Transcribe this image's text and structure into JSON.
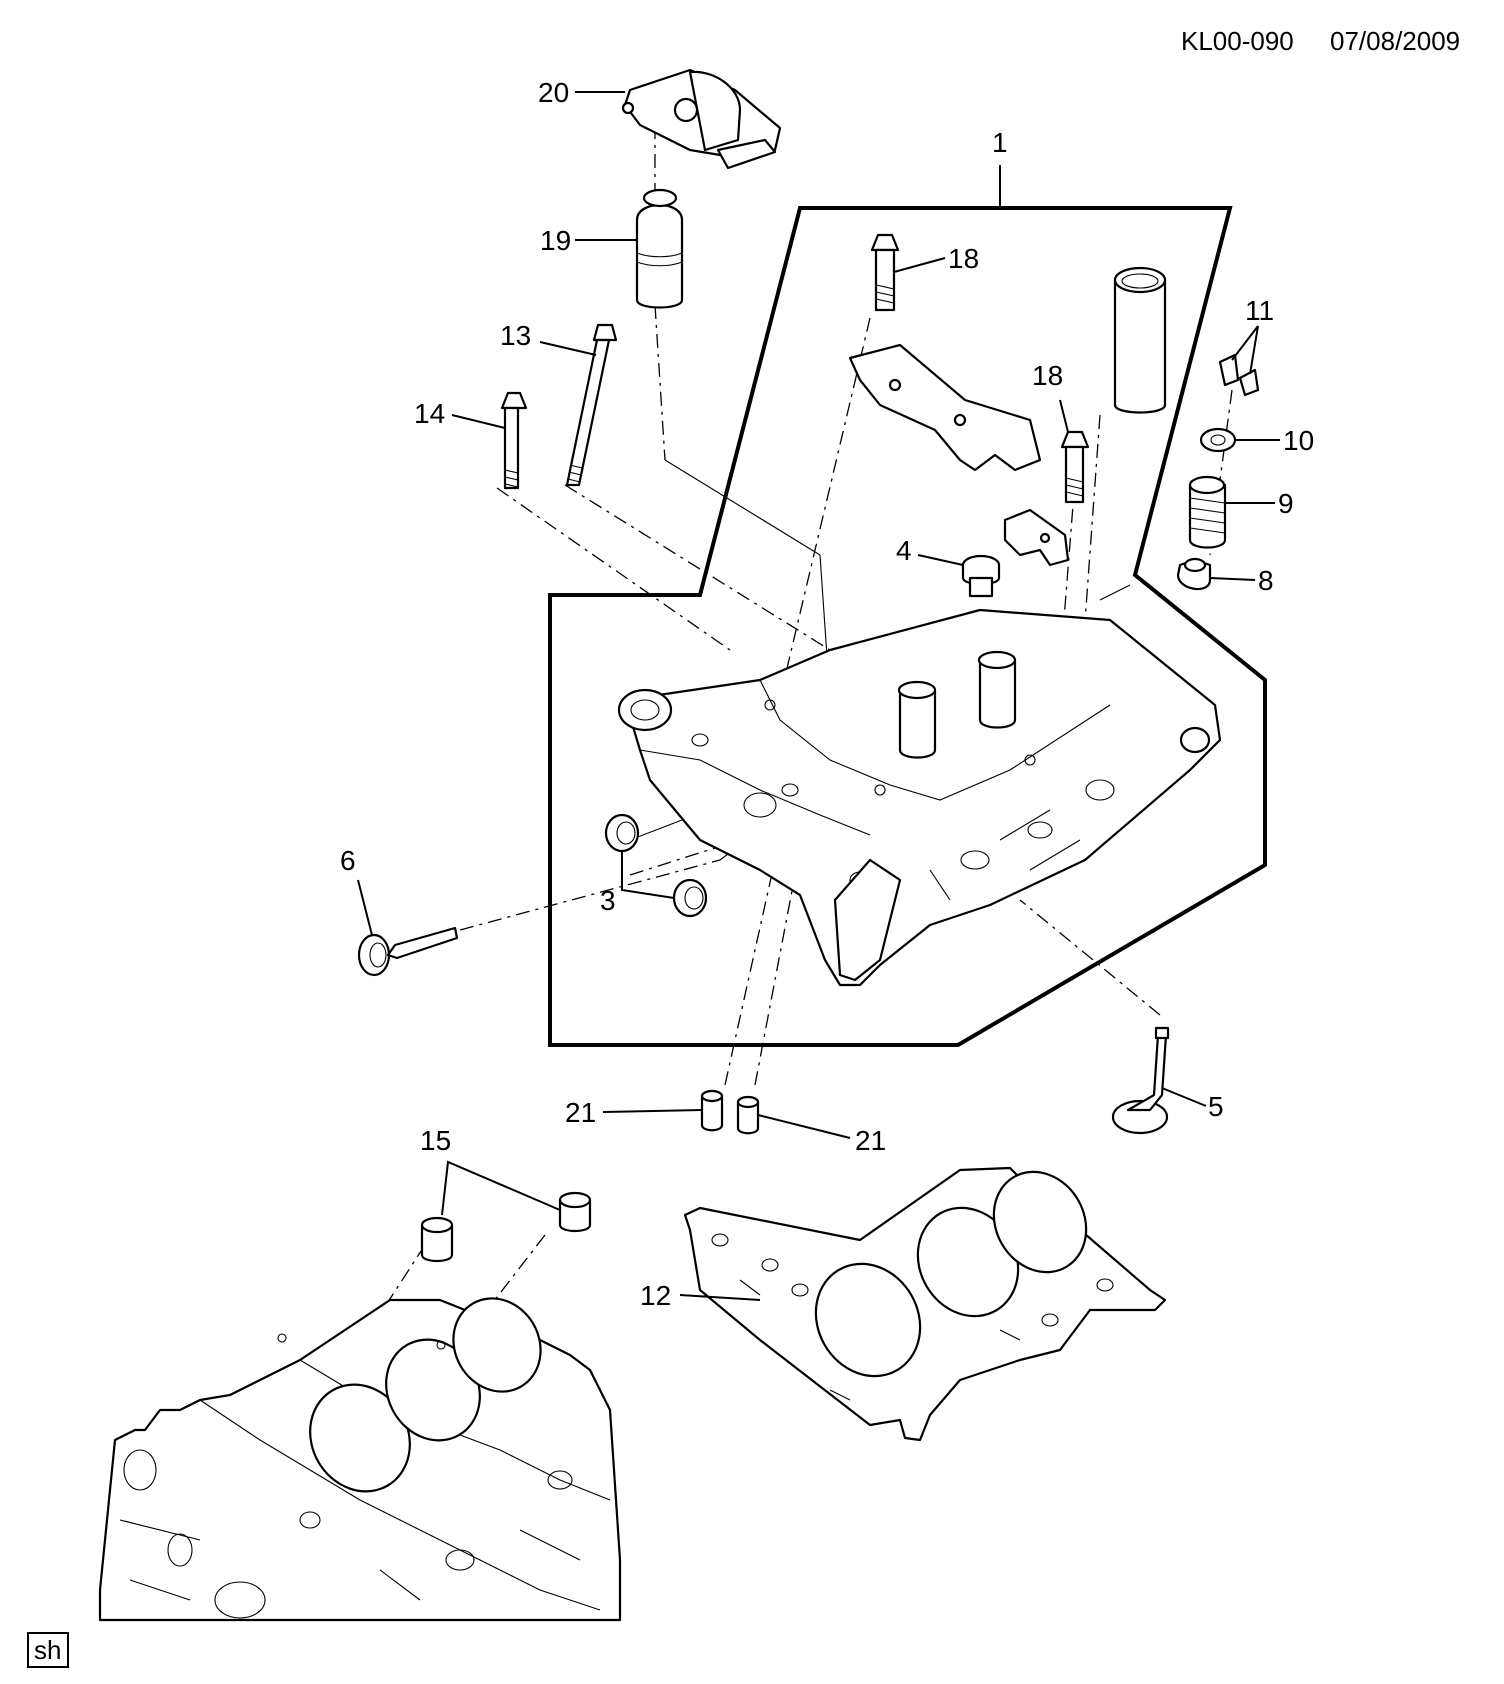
{
  "header": {
    "code": "KL00-090",
    "date": "07/08/2009"
  },
  "footer": {
    "tag": "sh"
  },
  "callouts": {
    "c1": "1",
    "c3": "3",
    "c4": "4",
    "c5": "5",
    "c6": "6",
    "c8": "8",
    "c9": "9",
    "c10": "10",
    "c11": "11",
    "c12": "12",
    "c13": "13",
    "c14": "14",
    "c15": "15",
    "c18a": "18",
    "c18b": "18",
    "c19": "19",
    "c20": "20",
    "c21a": "21",
    "c21b": "21"
  }
}
